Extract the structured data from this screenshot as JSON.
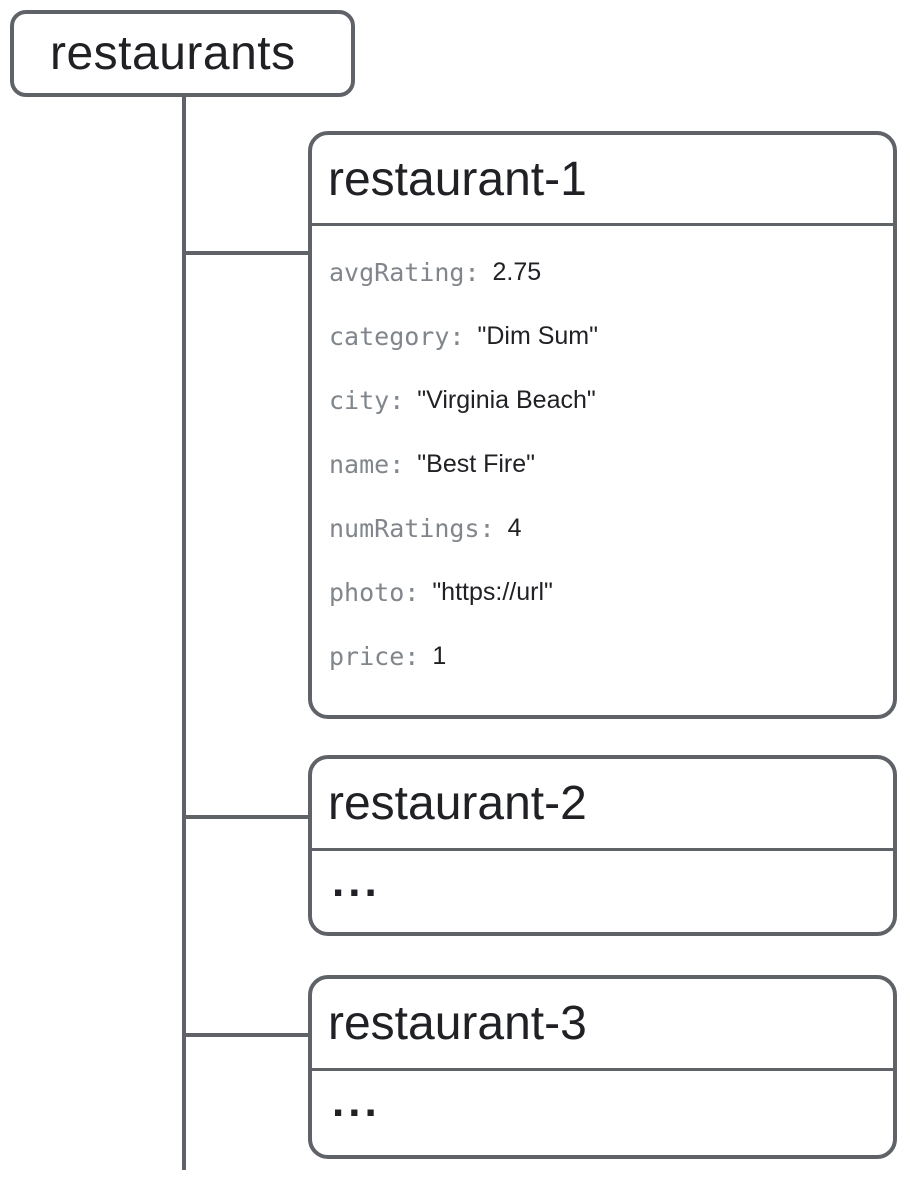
{
  "diagram": {
    "root": {
      "label": "restaurants"
    },
    "children": [
      {
        "title": "restaurant-1",
        "fields": [
          {
            "key": "avgRating:",
            "value": "2.75"
          },
          {
            "key": "category:",
            "value": "\"Dim Sum\""
          },
          {
            "key": "city:",
            "value": "\"Virginia Beach\""
          },
          {
            "key": "name:",
            "value": "\"Best Fire\""
          },
          {
            "key": "numRatings:",
            "value": "4"
          },
          {
            "key": "photo:",
            "value": "\"https://url\""
          },
          {
            "key": "price:",
            "value": "1"
          }
        ]
      },
      {
        "title": "restaurant-2",
        "body": "..."
      },
      {
        "title": "restaurant-3",
        "body": "..."
      }
    ],
    "colors": {
      "line": "#5f6368",
      "key_text": "#80868b",
      "value_text": "#202124",
      "background": "#ffffff"
    }
  }
}
